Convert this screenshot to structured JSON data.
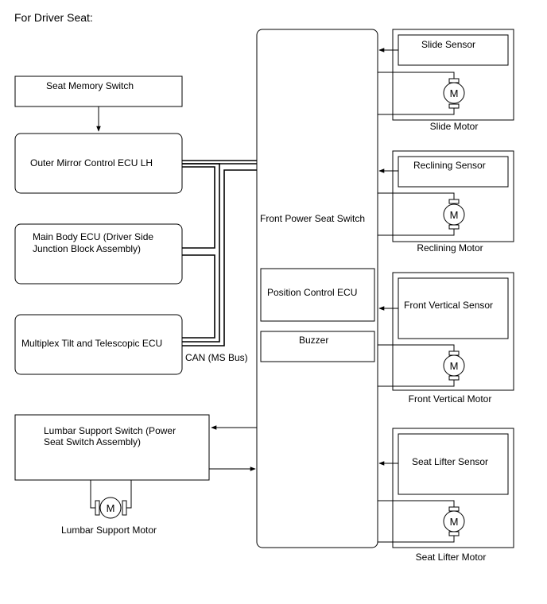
{
  "diagram": {
    "title": "For Driver Seat:",
    "seat_memory_switch": "Seat Memory Switch",
    "outer_mirror_ecu": "Outer Mirror Control ECU LH",
    "main_body_ecu_line1": "Main Body ECU (Driver Side",
    "main_body_ecu_line2": "Junction Block Assembly)",
    "tilt_telescopic_ecu": "Multiplex Tilt and Telescopic ECU",
    "can_bus": "CAN (MS Bus)",
    "lumbar_switch_line1": "Lumbar Support Switch (Power",
    "lumbar_switch_line2": "Seat Switch Assembly)",
    "lumbar_motor": "Lumbar Support Motor",
    "front_power_seat_switch": "Front Power Seat Switch",
    "position_control_ecu": "Position Control ECU",
    "buzzer": "Buzzer",
    "slide_sensor": "Slide Sensor",
    "slide_motor": "Slide Motor",
    "reclining_sensor": "Reclining Sensor",
    "reclining_motor": "Reclining Motor",
    "front_vertical_sensor": "Front Vertical Sensor",
    "front_vertical_motor": "Front Vertical Motor",
    "seat_lifter_sensor": "Seat Lifter Sensor",
    "seat_lifter_motor": "Seat Lifter Motor",
    "motor_symbol": "M"
  }
}
